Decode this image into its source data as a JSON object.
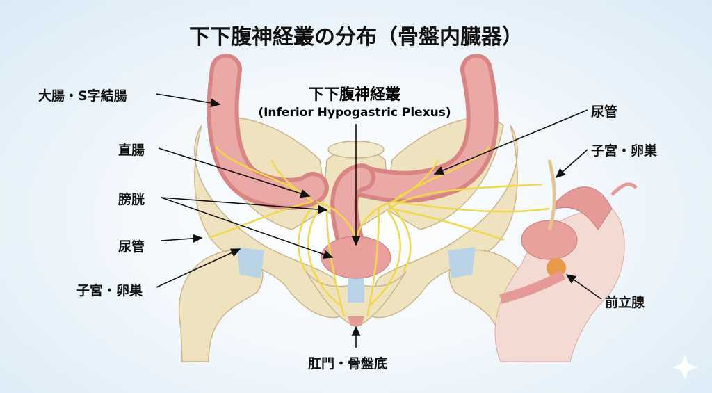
{
  "title": "下下腹神経叢の分布（骨盤内臓器）",
  "center_label": {
    "japanese": "下下腹神経叢",
    "english": "(Inferior Hypogastric Plexus)"
  },
  "labels": {
    "colon": "大腸・S字結腸",
    "rectum": "直腸",
    "bladder": "膀胱",
    "ureter_left": "尿管",
    "uterus_ovary_left": "子宮・卵巣",
    "ureter_right": "尿管",
    "uterus_ovary_right": "子宮・卵巣",
    "prostate": "前立腺",
    "anus_pelvic_floor": "肛門・骨盤底"
  },
  "colors": {
    "bone": "#efe3bf",
    "organ": "#e59a98",
    "nerve": "#f0d84a",
    "cartilage": "#b9d4e6"
  }
}
